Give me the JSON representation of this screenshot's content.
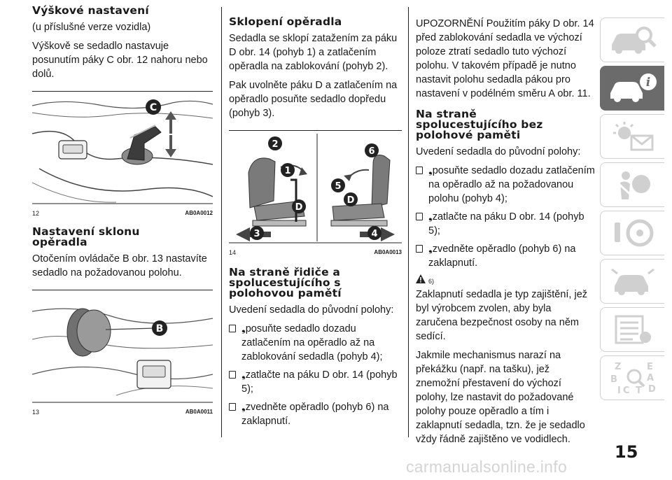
{
  "col1": {
    "h1": "Výškové nastavení",
    "p1": "(u příslušné verze vozidla)",
    "p2": "Výškově se sedadlo nastavuje posunutím páky C obr. 12 nahoru nebo dolů.",
    "fig12": {
      "num": "12",
      "code": "AB0A0012",
      "label_c": "C"
    },
    "h2": "Nastavení sklonu opěradla",
    "p3": "Otočením ovládače B obr. 13 nastavíte sedadlo na požadovanou polohu.",
    "fig13": {
      "num": "13",
      "code": "AB0A0011",
      "label_b": "B"
    }
  },
  "col2": {
    "h1": "Sklopení opěradla",
    "p1": "Sedadla se sklopí zatažením za páku D obr. 14 (pohyb 1) a zatlačením opěradla na zablokování (pohyb 2).",
    "p2": "Pak uvolněte páku D a zatlačením na opěradlo posuňte sedadlo dopředu (pohyb 3).",
    "fig14": {
      "num": "14",
      "code": "AB0A0013",
      "labels": [
        "1",
        "2",
        "3",
        "D",
        "4",
        "5",
        "6",
        "D"
      ]
    },
    "h2": "Na straně řidiče a spolucestujícího s polohovou pamětí",
    "p3": "Uvedení sedadla do původní polohy:",
    "bullets": [
      "posuňte sedadlo dozadu zatlačením na opěradlo až na zablokování sedadla (pohyb 4);",
      "zatlačte na páku D obr. 14 (pohyb 5);",
      "zvedněte opěradlo (pohyb 6) na zaklapnutí."
    ]
  },
  "col3": {
    "p1": "UPOZORNĚNÍ Použitím páky D obr. 14 před zablokování sedadla ve výchozí poloze ztratí sedadlo tuto výchozí polohu. V takovém případě je nutno nastavit polohu sedadla pákou pro nastavení v podélném směru A obr. 11.",
    "h1": "Na straně spolucestujícího bez polohové paměti",
    "p2": "Uvedení sedadla do původní polohy:",
    "bullets": [
      "posuňte sedadlo dozadu zatlačením na opěradlo až na požadovanou polohu (pohyb 4);",
      "zatlačte na páku D obr. 14 (pohyb 5);",
      "zvedněte opěradlo (pohyb 6) na zaklapnutí."
    ],
    "note": "6)",
    "p3": "Zaklapnutí sedadla je typ zajištění, jež byl výrobcem zvolen, aby byla zaručena bezpečnost osoby na něm sedící.",
    "p4": "Jakmile mechanismus narazí na překážku (např. na tašku), jež znemožní přestavení do výchozí polohy, lze nastavit do požadované polohy pouze opěradlo a tím i zaklapnutí sedadla, tzn. že je sedadlo vždy řádně zajištěno ve vodidlech."
  },
  "sidebar": {
    "tabs": [
      {
        "icon": "car-search-icon",
        "active": false
      },
      {
        "icon": "car-info-icon",
        "active": true
      },
      {
        "icon": "warning-lights-icon",
        "active": false
      },
      {
        "icon": "airbag-safety-icon",
        "active": false
      },
      {
        "icon": "steering-wheel-icon",
        "active": false
      },
      {
        "icon": "car-emergency-icon",
        "active": false
      },
      {
        "icon": "maintenance-list-icon",
        "active": false
      },
      {
        "icon": "alphabetical-index-icon",
        "active": false
      }
    ],
    "index_letters": [
      "Z",
      "E",
      "B",
      "A",
      "I",
      "C",
      "T",
      "D"
    ],
    "info_glyph": "i",
    "active_color": "#6b6b6b",
    "inactive_color": "#d0d0d0"
  },
  "page_number": "15",
  "watermark": "carmanualsonline.info"
}
